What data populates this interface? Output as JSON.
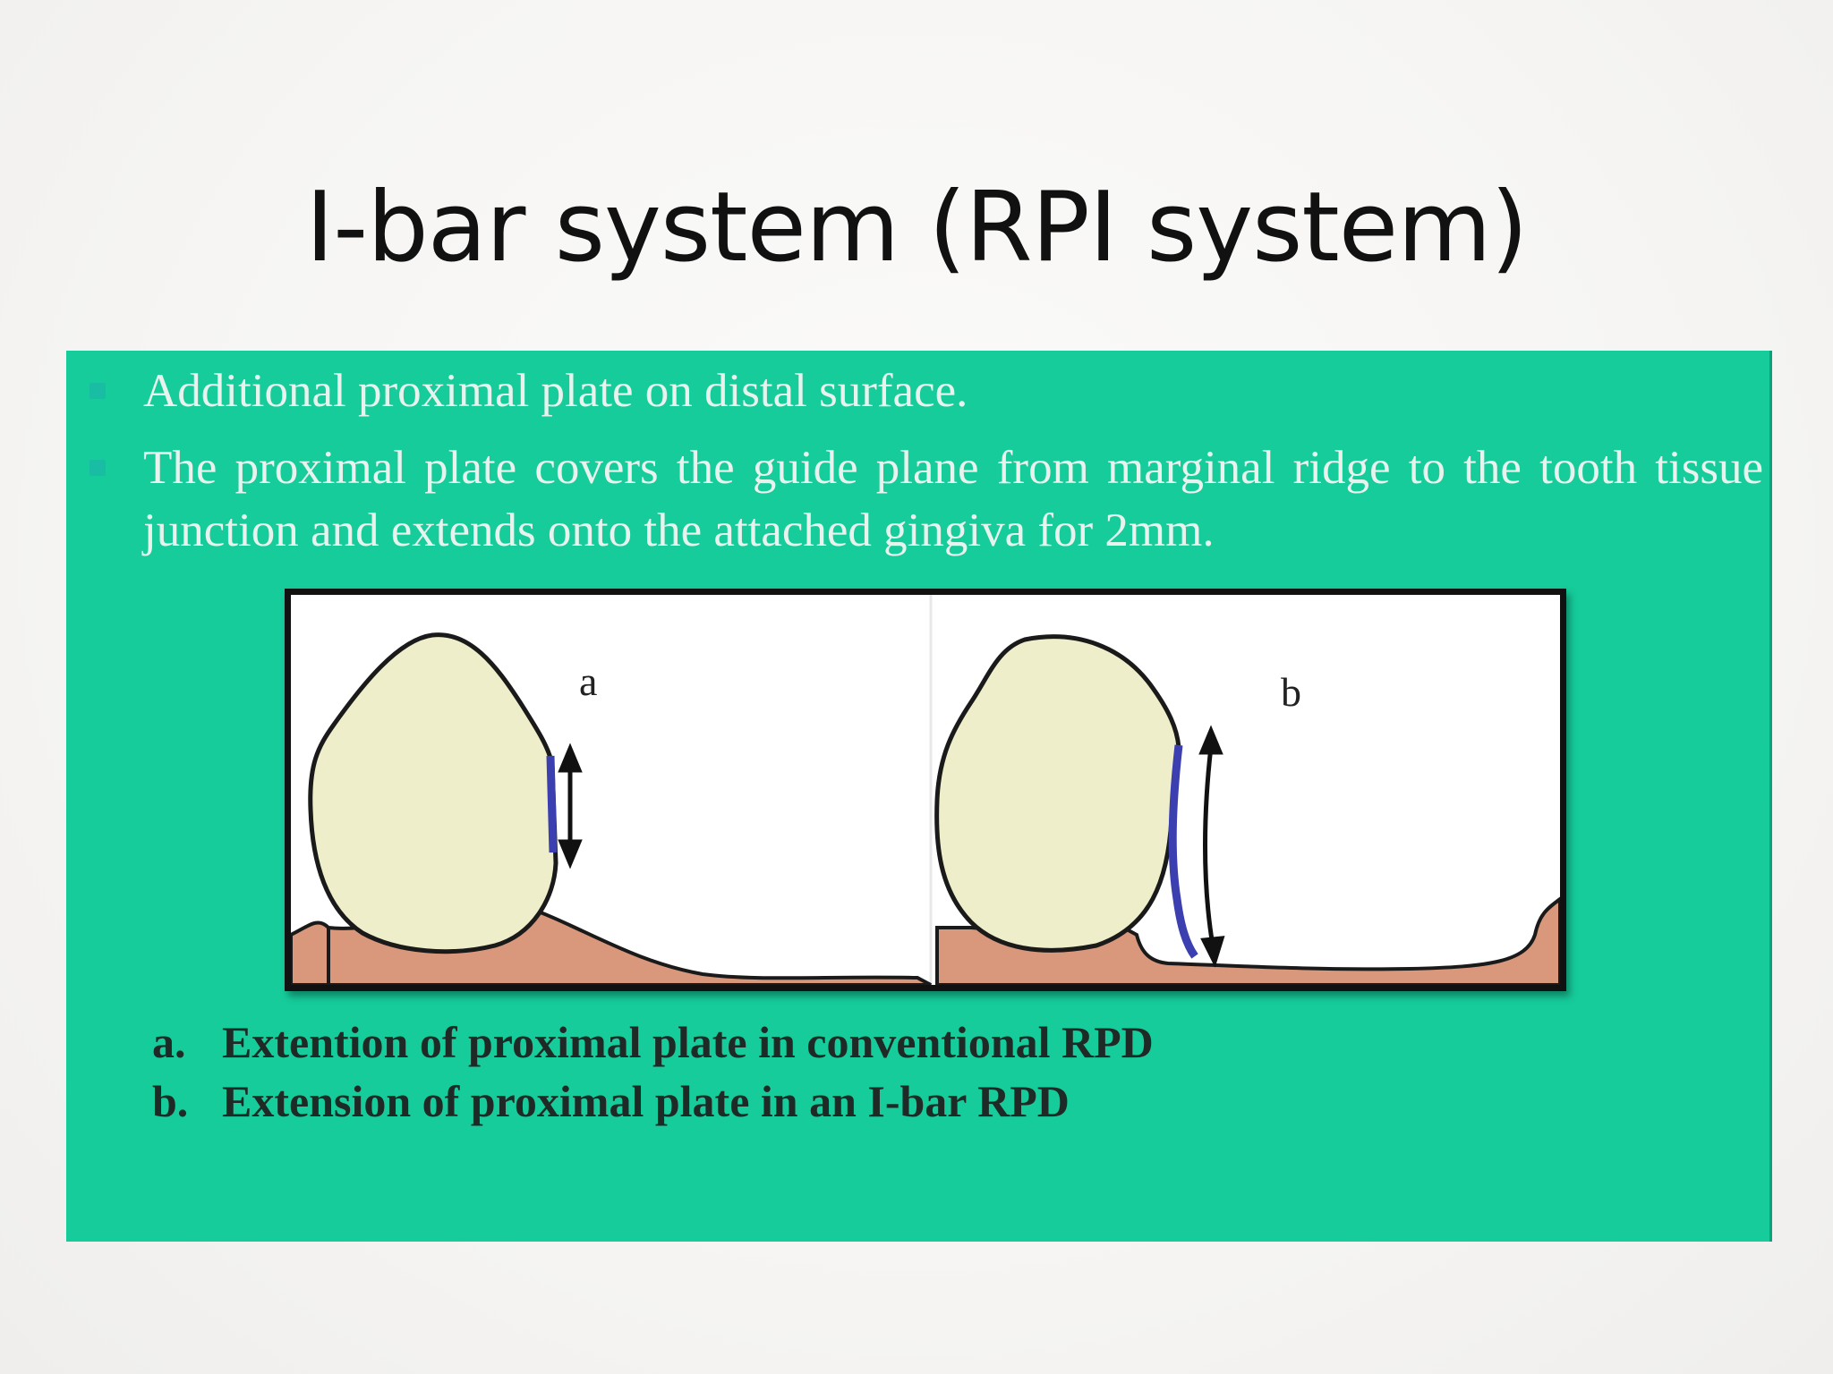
{
  "slide": {
    "title": "I-bar system (RPI system)",
    "background_color": "#f7f6f4",
    "panel_color": "#16cc9b"
  },
  "bullets": [
    "Additional proximal plate on distal surface.",
    "The proximal plate covers the guide plane from marginal ridge to the tooth tissue junction and extends onto the attached gingiva for 2mm."
  ],
  "figure": {
    "panel_a_label": "a",
    "panel_b_label": "b",
    "colors": {
      "tooth": "#efeecb",
      "gingiva": "#d9987c",
      "plate": "#3b3fb0",
      "outline": "#1a1a1a"
    }
  },
  "captions": [
    {
      "marker": "a.",
      "text": "Extention of proximal plate in conventional RPD"
    },
    {
      "marker": "b.",
      "text": "Extension of proximal plate in an I-bar RPD"
    }
  ]
}
